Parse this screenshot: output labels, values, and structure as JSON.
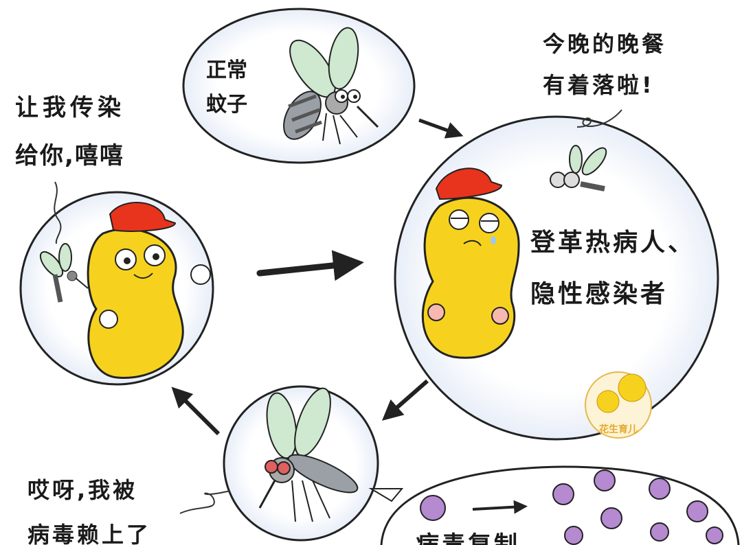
{
  "bubbles": {
    "normal_mosquito": "正常\n蚊子",
    "dinner_line1": "今晚的晚餐",
    "dinner_line2": "有着落啦!",
    "infect_line1": "让我传染",
    "infect_line2": "给你,嘻嘻",
    "patient_line1": "登革热病人、",
    "patient_line2": "隐性感染者",
    "oops_line1": "哎呀,我被",
    "oops_line2": "病毒赖上了",
    "virus_replication": "病毒复制"
  },
  "logo_text": "花生育儿",
  "colors": {
    "peanut": "#F6D21E",
    "peanut_shadow": "#E2AE12",
    "cap": "#E8341C",
    "outline": "#222222",
    "virus": "#B58AD0",
    "wing": "#CFE8D0"
  },
  "icons": [
    "mosquito-icon",
    "peanut-character-icon",
    "virus-icon",
    "arrow-icon"
  ]
}
